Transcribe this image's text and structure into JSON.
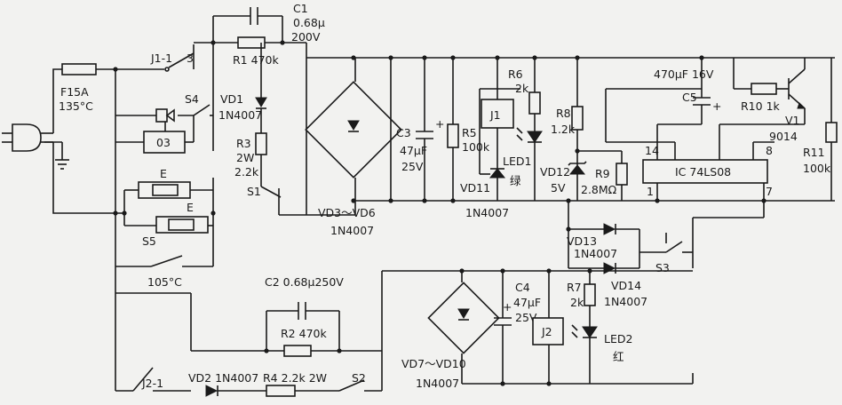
{
  "labels": {
    "fuse": "F15A",
    "fuse_temp": "135°C",
    "c1": "C1",
    "c1_value": "0.68μ",
    "c1_volt": "200V",
    "j1_1": "J1-1",
    "r1": "R1  470k",
    "s4": "S4",
    "vd1": "VD1",
    "vd1_type": "1N4007",
    "o3": "03",
    "r3": "R3",
    "r3_power": "2W",
    "r3_value": "2.2k",
    "s1": "S1",
    "e1": "E",
    "e2": "E",
    "s5": "S5",
    "temp105": "105°C",
    "c2": "C2 0.68μ250V",
    "r2": "R2  470k",
    "j2_1": "J2-1",
    "vd2": "VD2  1N4007",
    "r4": "R4  2.2k 2W",
    "s2": "S2",
    "vd3_vd6": "VD3～VD6",
    "vd3_type": "1N4007",
    "c3": "C3",
    "c3_cap": "47μF",
    "c3_volt": "25V",
    "r5": "R5",
    "r5_value": "100k",
    "j1": "J1",
    "vd11": "VD11",
    "vd11_type": "1N4007",
    "r6": "R6",
    "r6_value": "2k",
    "led1": "LED1",
    "led1_color": "绿",
    "r8": "R8",
    "r8_value": "1.2k",
    "vd12": "VD12",
    "vd12_volt": "5V",
    "r9": "R9",
    "r9_value": "2.8MΩ",
    "c5_spec": "470μF 16V",
    "c5": "C5",
    "r10": "R10  1k",
    "v1": "V1",
    "v1_type": "9014",
    "r11": "R11",
    "r11_value": "100k",
    "pin14": "14",
    "pin8": "8",
    "pin1": "1",
    "pin7": "7",
    "ic": "IC  74LS08",
    "vd13": "VD13",
    "vd13_type": "1N4007",
    "vd14": "VD14",
    "vd14_type": "1N4007",
    "s3": "S3",
    "vd7_vd10": "VD7～VD10",
    "vd7_type": "1N4007",
    "c4": "C4",
    "c4_cap": "47μF",
    "c4_volt": "25V",
    "r7": "R7",
    "r7_value": "2k",
    "j2": "J2",
    "led2": "LED2",
    "led2_color": "红"
  },
  "colors": {
    "ink": "#1a1a1a",
    "paper": "#f2f2f0"
  }
}
